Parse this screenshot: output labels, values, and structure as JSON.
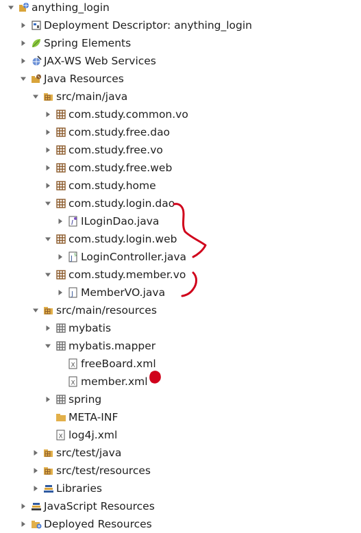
{
  "tree": [
    {
      "label": "anything_login",
      "depth": 0,
      "state": "expanded",
      "icon": "web-project-icon"
    },
    {
      "label": "Deployment Descriptor: anything_login",
      "depth": 1,
      "state": "collapsed",
      "icon": "deployment-descriptor-icon"
    },
    {
      "label": "Spring Elements",
      "depth": 1,
      "state": "collapsed",
      "icon": "spring-leaf-icon"
    },
    {
      "label": "JAX-WS Web Services",
      "depth": 1,
      "state": "collapsed",
      "icon": "web-services-icon"
    },
    {
      "label": "Java Resources",
      "depth": 1,
      "state": "expanded",
      "icon": "java-resources-icon"
    },
    {
      "label": "src/main/java",
      "depth": 2,
      "state": "expanded",
      "icon": "source-folder-icon"
    },
    {
      "label": "com.study.common.vo",
      "depth": 3,
      "state": "collapsed",
      "icon": "package-icon"
    },
    {
      "label": "com.study.free.dao",
      "depth": 3,
      "state": "collapsed",
      "icon": "package-icon"
    },
    {
      "label": "com.study.free.vo",
      "depth": 3,
      "state": "collapsed",
      "icon": "package-icon"
    },
    {
      "label": "com.study.free.web",
      "depth": 3,
      "state": "collapsed",
      "icon": "package-icon"
    },
    {
      "label": "com.study.home",
      "depth": 3,
      "state": "collapsed",
      "icon": "package-icon"
    },
    {
      "label": "com.study.login.dao",
      "depth": 3,
      "state": "expanded",
      "icon": "package-icon"
    },
    {
      "label": "ILoginDao.java",
      "depth": 4,
      "state": "collapsed",
      "icon": "java-interface-file-icon"
    },
    {
      "label": "com.study.login.web",
      "depth": 3,
      "state": "expanded",
      "icon": "package-icon"
    },
    {
      "label": "LoginController.java",
      "depth": 4,
      "state": "collapsed",
      "icon": "spring-java-file-icon"
    },
    {
      "label": "com.study.member.vo",
      "depth": 3,
      "state": "expanded",
      "icon": "package-icon"
    },
    {
      "label": "MemberVO.java",
      "depth": 4,
      "state": "collapsed",
      "icon": "java-file-icon"
    },
    {
      "label": "src/main/resources",
      "depth": 2,
      "state": "expanded",
      "icon": "source-folder-icon"
    },
    {
      "label": "mybatis",
      "depth": 3,
      "state": "collapsed",
      "icon": "resource-package-icon"
    },
    {
      "label": "mybatis.mapper",
      "depth": 3,
      "state": "expanded",
      "icon": "resource-package-icon"
    },
    {
      "label": "freeBoard.xml",
      "depth": 4,
      "state": "leaf",
      "icon": "xml-file-icon"
    },
    {
      "label": "member.xml",
      "depth": 4,
      "state": "leaf",
      "icon": "xml-file-icon"
    },
    {
      "label": "spring",
      "depth": 3,
      "state": "collapsed",
      "icon": "resource-package-icon"
    },
    {
      "label": "META-INF",
      "depth": 3,
      "state": "leaf",
      "icon": "folder-icon"
    },
    {
      "label": "log4j.xml",
      "depth": 3,
      "state": "leaf",
      "icon": "xml-file-icon"
    },
    {
      "label": "src/test/java",
      "depth": 2,
      "state": "collapsed",
      "icon": "source-folder-icon"
    },
    {
      "label": "src/test/resources",
      "depth": 2,
      "state": "collapsed",
      "icon": "source-folder-icon"
    },
    {
      "label": "Libraries",
      "depth": 2,
      "state": "collapsed",
      "icon": "libraries-icon"
    },
    {
      "label": "JavaScript Resources",
      "depth": 1,
      "state": "collapsed",
      "icon": "javascript-resources-icon"
    },
    {
      "label": "Deployed Resources",
      "depth": 1,
      "state": "collapsed",
      "icon": "deployed-resources-icon"
    }
  ],
  "annotation_color": "#d0021b",
  "twisty_color": "#6e6e6e"
}
